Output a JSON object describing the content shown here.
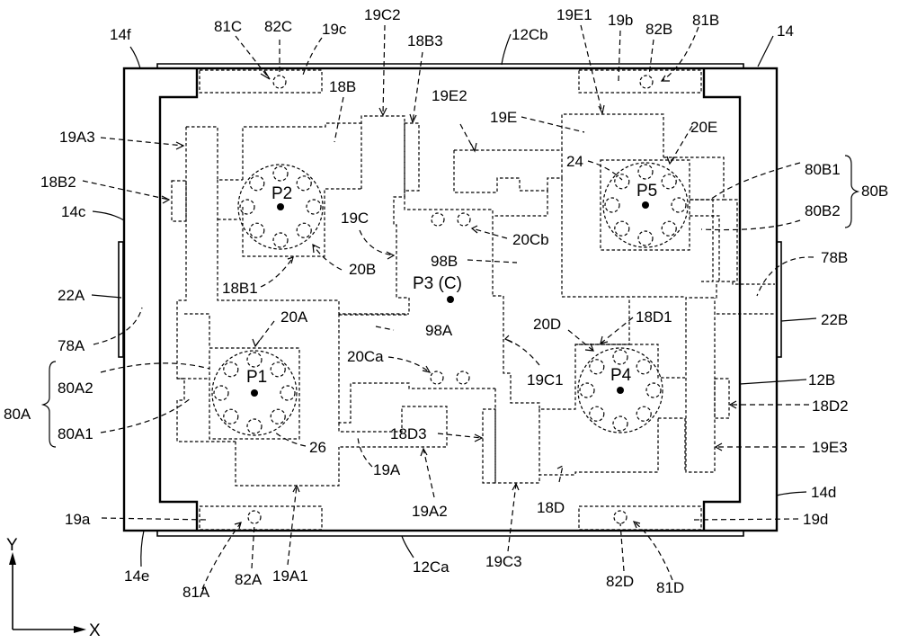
{
  "figure": {
    "type": "patent-schematic-plan-view",
    "axes": {
      "y_label": "Y",
      "x_label": "X"
    },
    "points": {
      "p1": "P1",
      "p2": "P2",
      "p3": "P3 (C)",
      "p4": "P4",
      "p5": "P5"
    },
    "labels": {
      "l14f": "14f",
      "l81C": "81C",
      "l82C": "82C",
      "l19c": "19c",
      "l19C2": "19C2",
      "l18B3": "18B3",
      "l12Cb": "12Cb",
      "l19E1": "19E1",
      "l19b": "19b",
      "l82B": "82B",
      "l81B": "81B",
      "l14": "14",
      "l18B": "18B",
      "l19A3": "19A3",
      "l19E2": "19E2",
      "l19E": "19E",
      "l20E": "20E",
      "l24": "24",
      "l80B1": "80B1",
      "l80B": "80B",
      "l80B2": "80B2",
      "l18B2": "18B2",
      "l14c": "14c",
      "l19C": "19C",
      "l20Cb": "20Cb",
      "l98B": "98B",
      "l78B": "78B",
      "l18B1": "18B1",
      "l20B": "20B",
      "l22A": "22A",
      "l22B": "22B",
      "l78A": "78A",
      "l20A": "20A",
      "l98A": "98A",
      "l20D": "20D",
      "l18D1": "18D1",
      "l80A2": "80A2",
      "l80A": "80A",
      "l80A1": "80A1",
      "l20Ca": "20Ca",
      "l19C1": "19C1",
      "l12B": "12B",
      "l18D2": "18D2",
      "l18D3": "18D3",
      "l26": "26",
      "l19E3": "19E3",
      "l19A": "19A",
      "l19A2": "19A2",
      "l18D": "18D",
      "l14d": "14d",
      "l19a": "19a",
      "l19d": "19d",
      "l14e": "14e",
      "l81A": "81A",
      "l82A": "82A",
      "l19A1": "19A1",
      "l12Ca": "12Ca",
      "l19C3": "19C3",
      "l82D": "82D",
      "l81D": "81D"
    }
  }
}
